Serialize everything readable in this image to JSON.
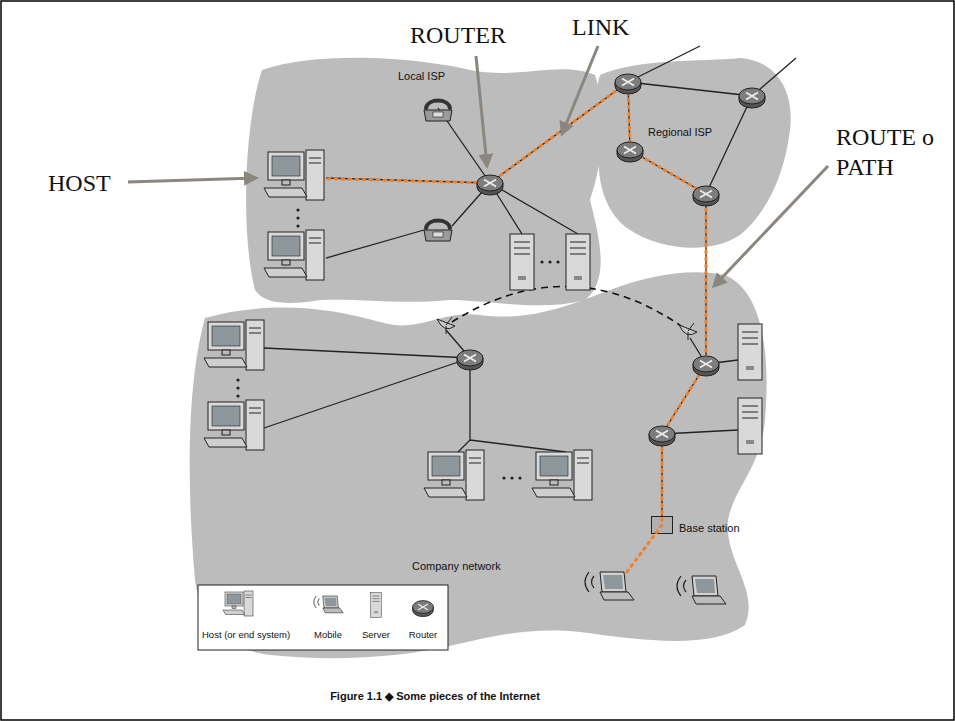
{
  "diagram": {
    "caption": "Figure 1.1 ◆ Some pieces of the Internet",
    "nodes": [
      {
        "text": [
          "Local ISP"
        ]
      },
      {
        "text": [
          "Regional ISP"
        ]
      },
      {
        "text": [
          "Company network"
        ]
      },
      {
        "text": [
          "Base station"
        ],
        "in": 2
      }
    ],
    "labels": [
      "HOST",
      "ROUTER",
      "LINK",
      "ROUTE o PATH"
    ],
    "legend": [
      {
        "text": "Host (or end system)"
      },
      {
        "text": "Mobile"
      },
      {
        "text": "Server"
      },
      {
        "text": "Router"
      }
    ]
  }
}
